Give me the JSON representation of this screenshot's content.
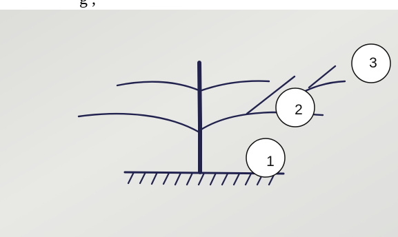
{
  "caption": {
    "text": "g                                              ,"
  },
  "markers": [
    {
      "label": "1"
    },
    {
      "label": "2"
    },
    {
      "label": "3"
    }
  ],
  "colors": {
    "paper": "#e6e6e3",
    "ink": "#22224e",
    "marker_fill": "#ffffff",
    "marker_stroke": "#111111"
  }
}
